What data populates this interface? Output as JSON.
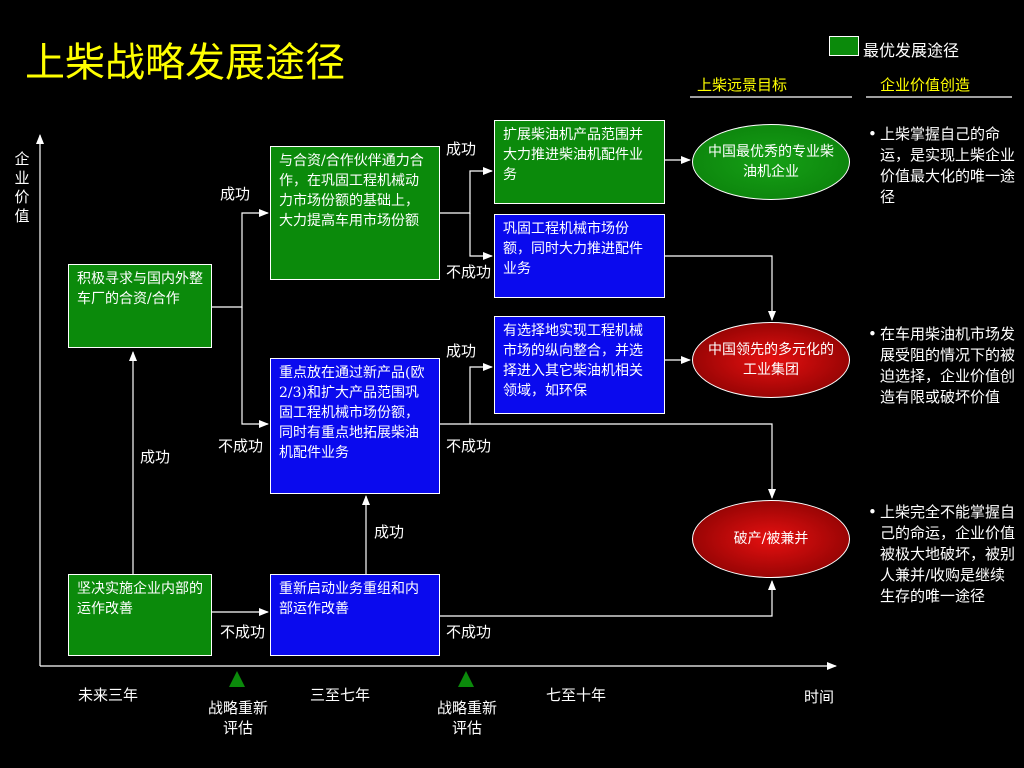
{
  "title": "上柴战略发展途径",
  "legend": {
    "label": "最优发展途径",
    "color": "#0b8a0b"
  },
  "headers": {
    "vision": "上柴远景目标",
    "value": "企业价值创造"
  },
  "axis": {
    "y_label": "企业价值",
    "x_label": "时间"
  },
  "periods": [
    "未来三年",
    "三至七年",
    "七至十年"
  ],
  "review_label": "战略重新评估",
  "boxes": {
    "reform": "坚决实施企业内部的运作改善",
    "restart": "重新启动业务重组和内部运作改善",
    "jv_seek": "积极寻求与国内外整车厂的合资/合作",
    "jv_partner": "与合资/合作伙伴通力合作，在巩固工程机械动力市场份额的基础上，大力提高车用市场份额",
    "focus_euro": "重点放在通过新产品(欧2/3)和扩大产品范围巩固工程机械市场份额，同时有重点地拓展柴油机配件业务",
    "expand_diesel": "扩展柴油机产品范围并大力推进柴油机配件业务",
    "consolidate": "巩固工程机械市场份额，同时大力推进配件业务",
    "integrate": "有选择地实现工程机械市场的纵向整合，并选择进入其它柴油机相关领域，如环保"
  },
  "goals": {
    "best": "中国最优秀的专业柴油机企业",
    "leading": "中国领先的多元化的工业集团",
    "bankrupt": "破产/被兼并"
  },
  "bullets": [
    "上柴掌握自己的命运，是实现上柴企业价值最大化的唯一途径",
    "在车用柴油机市场发展受阻的情况下的被迫选择，企业价值创造有限或破坏价值",
    "上柴完全不能掌握自己的命运，企业价值被极大地破坏，被别人兼并/收购是继续生存的唯一途径"
  ],
  "edge_labels": {
    "success": "成功",
    "fail": "不成功"
  },
  "colors": {
    "green": "#0b8a0b",
    "blue": "#0a0aee",
    "title": "#ffff00",
    "red": "#cc0000"
  }
}
